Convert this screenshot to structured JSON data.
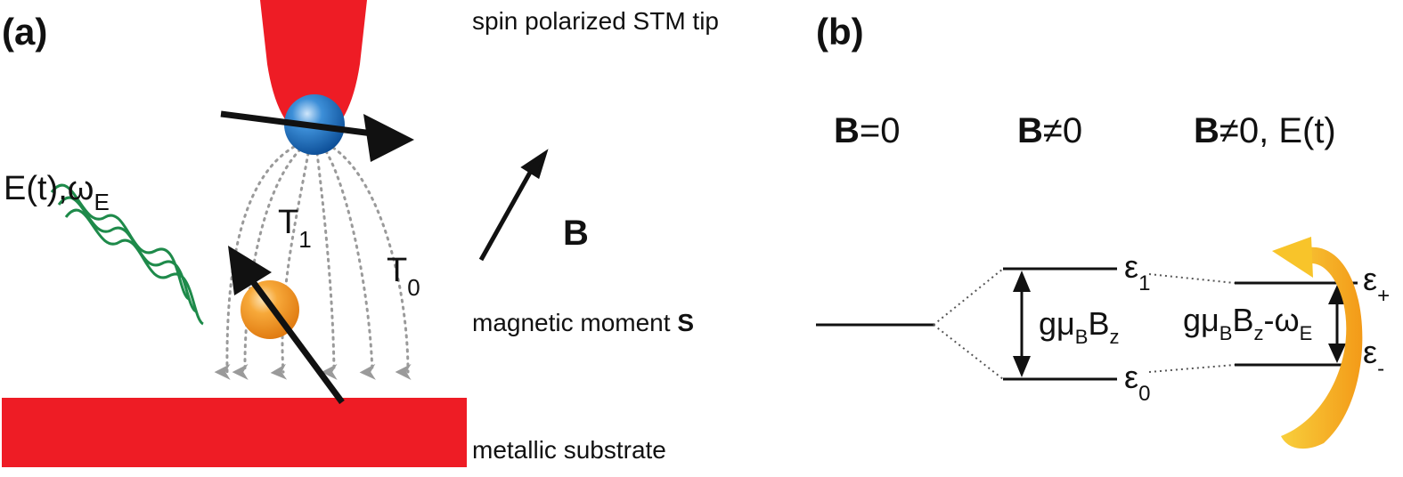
{
  "panel_a": {
    "panel_label": "(a)",
    "tip_label": "spin polarized STM tip",
    "field": {
      "main": "E(t),ω",
      "sub": "E"
    },
    "t1": {
      "main": "T",
      "sub": "1"
    },
    "t0": {
      "main": "T",
      "sub": "0"
    },
    "b_label": "B",
    "moment_label": {
      "text": "magnetic moment ",
      "bold": "S"
    },
    "substrate_label": "metallic substrate"
  },
  "panel_b": {
    "panel_label": "(b)",
    "headers": [
      {
        "bold": "B",
        "rest": "=0"
      },
      {
        "bold": "B",
        "rest": "≠0"
      },
      {
        "bold": "B",
        "rest": "≠0, E(t)"
      }
    ],
    "levels": {
      "eps1": {
        "main": "ε",
        "sub": "1"
      },
      "eps0": {
        "main": "ε",
        "sub": "0"
      },
      "epsp": {
        "main": "ε",
        "sub": "+"
      },
      "epsm": {
        "main": "ε",
        "sub": "-"
      }
    },
    "gap_middle": {
      "a": "gμ",
      "a_sub": "B",
      "b": "B",
      "b_sub": "z"
    },
    "gap_right": {
      "a": "gμ",
      "a_sub": "B",
      "b": "B",
      "b_sub": "z",
      "c": "-ω",
      "c_sub": "E"
    }
  },
  "colors": {
    "tip": "#ee1c25",
    "substrate": "#ee1c25",
    "tip_atom": "#1a6fc4",
    "moment_atom": "#f39a1e",
    "wave": "#1e8a4a",
    "rotation_arrow": "#f7b21b"
  }
}
